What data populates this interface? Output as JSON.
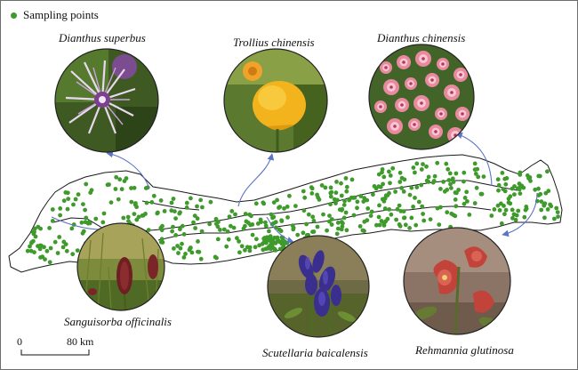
{
  "legend": {
    "label": "Sampling points",
    "marker_color": "#3f9a2c"
  },
  "species": [
    {
      "name": "Dianthus superbus",
      "photo": "purple-fringed-flower"
    },
    {
      "name": "Trollius chinensis",
      "photo": "yellow-globe-flower"
    },
    {
      "name": "Dianthus chinensis",
      "photo": "pink-carnation-cluster"
    },
    {
      "name": "Sanguisorba officinalis",
      "photo": "dark-red-burnet-spikes"
    },
    {
      "name": "Scutellaria baicalensis",
      "photo": "blue-purple-skullcap"
    },
    {
      "name": "Rehmannia glutinosa",
      "photo": "red-tubular-flower"
    }
  ],
  "scale_bar": {
    "start": "0",
    "end": "80 km"
  },
  "colors": {
    "points": "#3f9a2c",
    "arrows": "#5b74c4",
    "outline": "#1a1a1a"
  }
}
